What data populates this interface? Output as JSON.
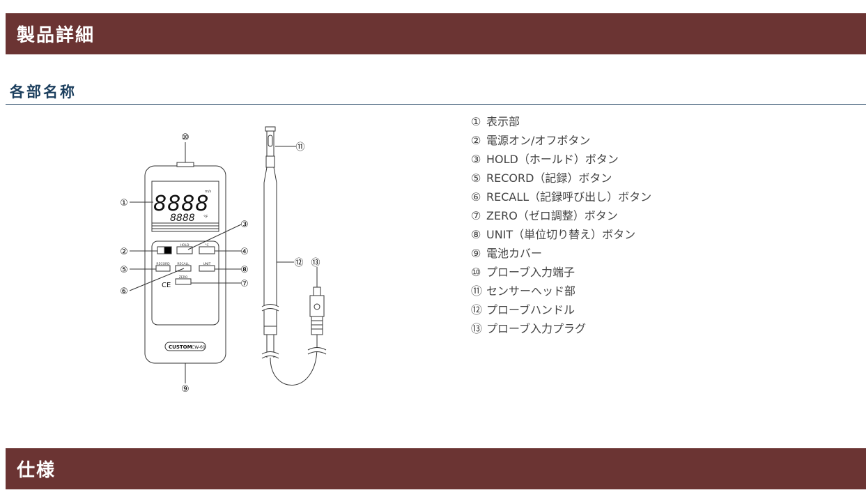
{
  "header": {
    "title": "製品詳細"
  },
  "parts_section": {
    "title": "各部名称"
  },
  "specs_section": {
    "title": "仕様"
  },
  "diagram": {
    "display_main": "8888",
    "display_sub": "8888",
    "unit_top": "m/s",
    "unit_bottom": "°F",
    "btn_hold": "HOLD",
    "btn_c": "°C",
    "btn_record": "RECORD",
    "btn_recall": "RECALL",
    "btn_unit": "UNIT",
    "btn_zero": "ZERO",
    "ce_mark": "CE",
    "brand": "CUSTOM",
    "model": "CW-60",
    "callouts": [
      "①",
      "②",
      "③",
      "④",
      "⑤",
      "⑥",
      "⑦",
      "⑧",
      "⑨",
      "⑩",
      "⑪",
      "⑫",
      "⑬"
    ]
  },
  "parts": [
    {
      "num": "①",
      "label": "表示部"
    },
    {
      "num": "②",
      "label": "電源オン/オフボタン"
    },
    {
      "num": "③",
      "label": "HOLD（ホールド）ボタン"
    },
    {
      "num": "⑤",
      "label": "RECORD（記録）ボタン"
    },
    {
      "num": "⑥",
      "label": "RECALL（記録呼び出し）ボタン"
    },
    {
      "num": "⑦",
      "label": "ZERO（ゼロ調整）ボタン"
    },
    {
      "num": "⑧",
      "label": "UNIT（単位切り替え）ボタン"
    },
    {
      "num": "⑨",
      "label": "電池カバー"
    },
    {
      "num": "⑩",
      "label": "プローブ入力端子"
    },
    {
      "num": "⑪",
      "label": "センサーヘッド部"
    },
    {
      "num": "⑫",
      "label": "プローブハンドル"
    },
    {
      "num": "⑬",
      "label": "プローブ入力プラグ"
    }
  ]
}
